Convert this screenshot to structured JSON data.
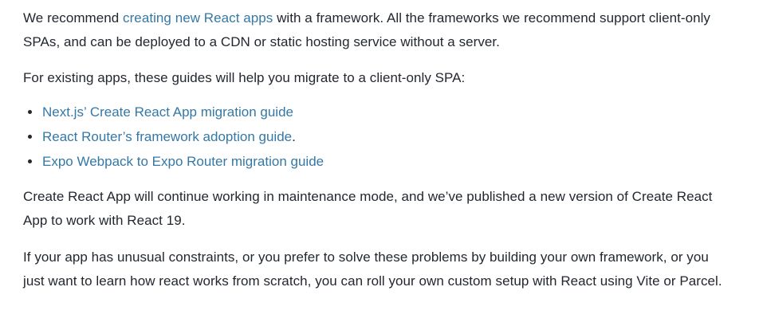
{
  "content": {
    "paragraph_1": {
      "before_link": "We recommend ",
      "link_text": "creating new React apps",
      "after_link": " with a framework. All the frameworks we recommend support client-only SPAs, and can be deployed to a CDN or static hosting service without a server."
    },
    "paragraph_2": {
      "text": "For existing apps, these guides will help you migrate to a client-only SPA:"
    },
    "list": {
      "items": [
        {
          "link_text": "Next.js’ Create React App migration guide",
          "trailing": ""
        },
        {
          "link_text": "React Router’s framework adoption guide",
          "trailing": "."
        },
        {
          "link_text": "Expo Webpack to Expo Router migration guide",
          "trailing": ""
        }
      ]
    },
    "paragraph_3": {
      "text": "Create React App will continue working in maintenance mode, and we’ve published a new version of Create React App to work with React 19."
    },
    "paragraph_4": {
      "text": "If your app has unusual constraints, or you prefer to solve these problems by building your own framework, or you just want to learn how react works from scratch, you can roll your own custom setup with React using Vite or Parcel."
    }
  },
  "theme": {
    "background": "#ffffff",
    "text_color": "#23272f",
    "link_color": "#3578a5",
    "bullet_color": "#23272f"
  }
}
